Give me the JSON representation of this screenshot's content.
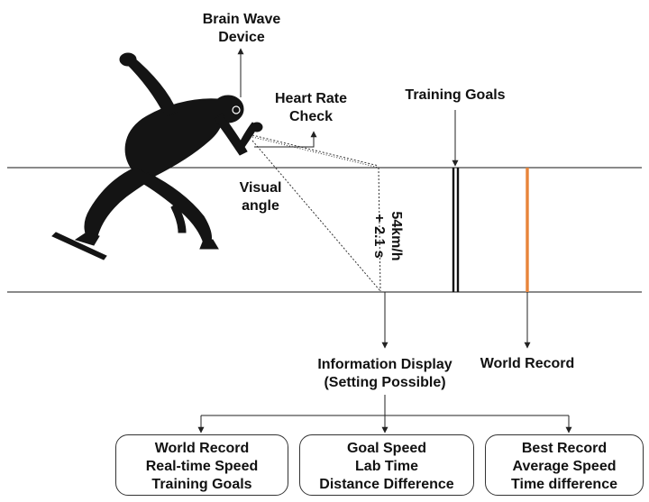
{
  "labels": {
    "brain_wave": [
      "Brain Wave",
      "Device"
    ],
    "heart_rate": [
      "Heart Rate",
      "Check"
    ],
    "visual_angle": [
      "Visual",
      "angle"
    ],
    "training_goals": "Training Goals",
    "world_record": "World Record",
    "info_display": [
      "Information Display",
      "(Setting Possible)"
    ]
  },
  "marker_text": [
    "54km/h",
    "+ 2.1 s"
  ],
  "boxes": [
    {
      "lines": [
        "World Record",
        "Real-time Speed",
        "Training Goals"
      ]
    },
    {
      "lines": [
        "Goal Speed",
        "Lab Time",
        "Distance Difference"
      ]
    },
    {
      "lines": [
        "Best Record",
        "Average Speed",
        "Time difference"
      ]
    }
  ],
  "colors": {
    "line": "#333333",
    "world_record_line": "#e8843a",
    "silhouette": "#141414"
  }
}
